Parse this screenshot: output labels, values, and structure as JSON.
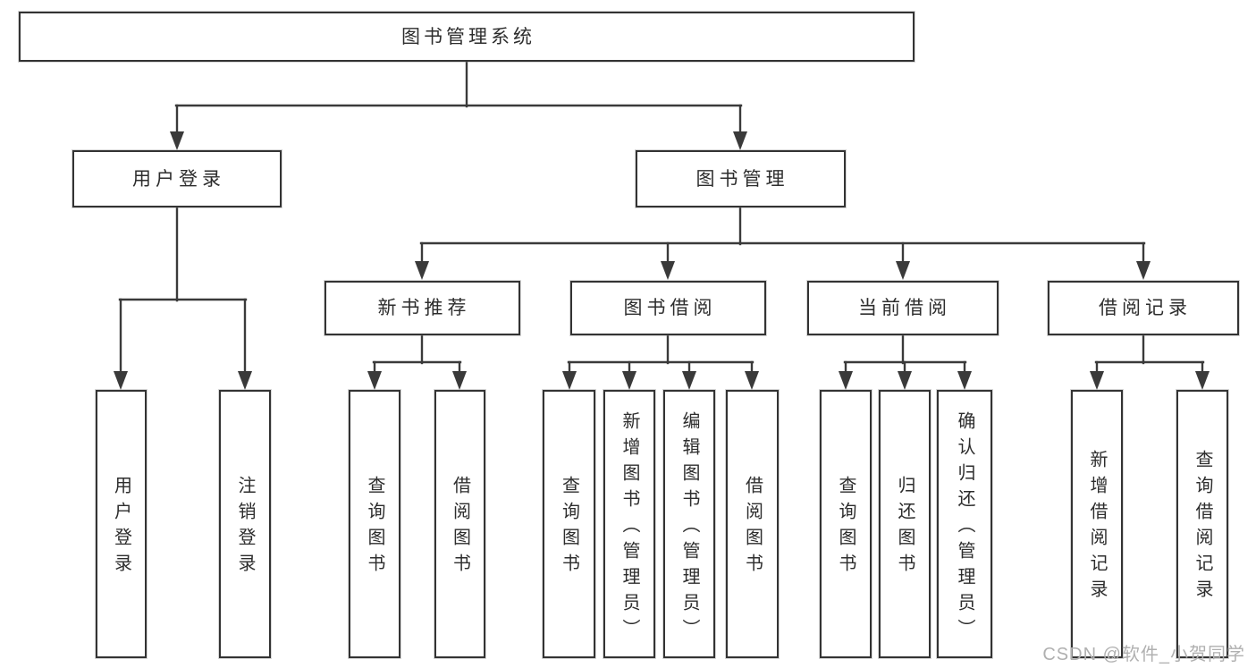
{
  "tree": {
    "root": {
      "label": "图书管理系统",
      "children": [
        {
          "label": "用户登录",
          "children": [
            {
              "label": "用户登录"
            },
            {
              "label": "注销登录"
            }
          ]
        },
        {
          "label": "图书管理",
          "children": [
            {
              "label": "新书推荐",
              "children": [
                {
                  "label": "查询图书"
                },
                {
                  "label": "借阅图书"
                }
              ]
            },
            {
              "label": "图书借阅",
              "children": [
                {
                  "label": "查询图书"
                },
                {
                  "label": "新增图书（管理员）"
                },
                {
                  "label": "编辑图书（管理员）"
                },
                {
                  "label": "借阅图书"
                }
              ]
            },
            {
              "label": "当前借阅",
              "children": [
                {
                  "label": "查询图书"
                },
                {
                  "label": "归还图书"
                },
                {
                  "label": "确认归还（管理员）"
                }
              ]
            },
            {
              "label": "借阅记录",
              "children": [
                {
                  "label": "新增借阅记录"
                },
                {
                  "label": "查询借阅记录"
                }
              ]
            }
          ]
        }
      ]
    }
  },
  "watermark": {
    "text": "CSDN @软件_小贺同学"
  },
  "colors": {
    "line": "#3a3a3a",
    "border": "#333333",
    "text": "#2d2d2d",
    "watermark": "#b0b0b0",
    "background": "#ffffff"
  }
}
